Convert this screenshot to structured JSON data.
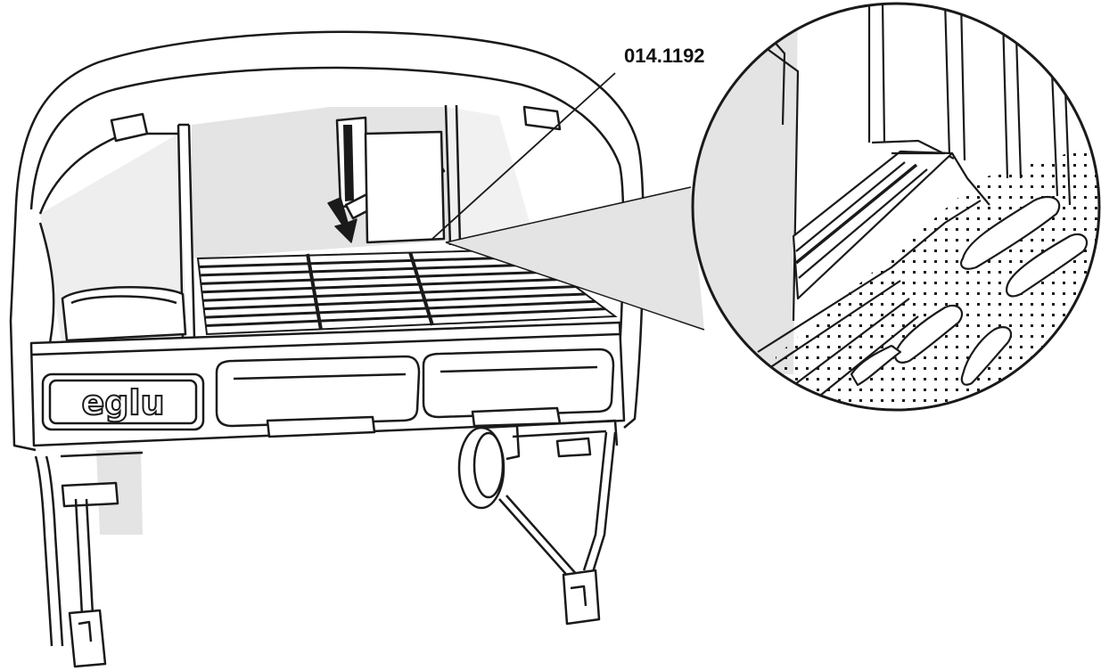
{
  "diagram": {
    "part_label": "014.1192",
    "brand_logo": "eglu",
    "colors": {
      "line": "#1a1a1a",
      "shadow_fill": "#e4e4e4",
      "deep_shadow": "#cfcfcf",
      "background": "#ffffff"
    },
    "icons": [
      "pointer-arrow-icon",
      "magnifier-callout"
    ]
  }
}
